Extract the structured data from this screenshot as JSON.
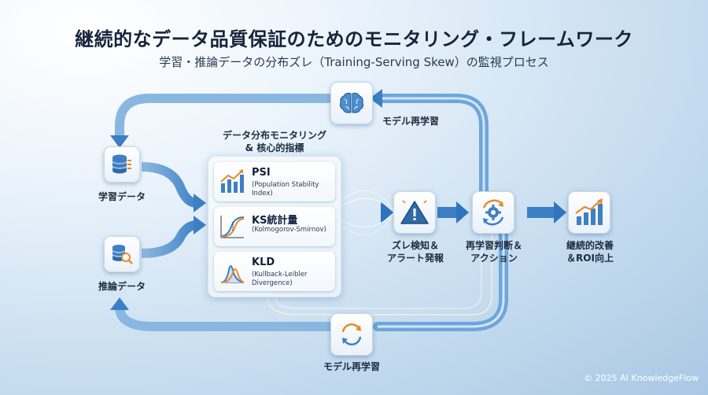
{
  "header": {
    "title": "継続的なデータ品質保証のためのモニタリング・フレームワーク",
    "subtitle": "学習・推論データの分布ズレ（Training-Serving Skew）の監視プロセス"
  },
  "inputs": {
    "training": "学習データ",
    "inference": "推論データ"
  },
  "monitoring": {
    "heading_line1": "データ分布モニタリング",
    "heading_line2": "& 核心的指標",
    "metrics": [
      {
        "name": "PSI",
        "desc": "(Population Stability Index)"
      },
      {
        "name": "KS統計量",
        "desc": "(Kolmogorov-Smirnov)"
      },
      {
        "name": "KLD",
        "desc": "(Kullback-Leibler Divergence)"
      }
    ]
  },
  "steps": {
    "drift_line1": "ズレ検知＆",
    "drift_line2": "アラート発報",
    "retrain_line1": "再学習判断＆",
    "retrain_line2": "アクション",
    "roi_line1": "継続的改善",
    "roi_line2": "＆ROI向上"
  },
  "loops": {
    "top": "モデル再学習",
    "bottom": "モデル再学習"
  },
  "footer": {
    "copyright": "© 2025 AI KnowledgeFlow"
  },
  "colors": {
    "flow_blue": "#3b7fc4",
    "alert_orange": "#f29a2e",
    "chart_orange": "#e8892b"
  },
  "icons": [
    "brain-icon",
    "database-icon",
    "database-search-icon",
    "chart-up-icon",
    "warning-icon",
    "gear-cycle-icon",
    "growth-chart-icon",
    "refresh-icon"
  ]
}
